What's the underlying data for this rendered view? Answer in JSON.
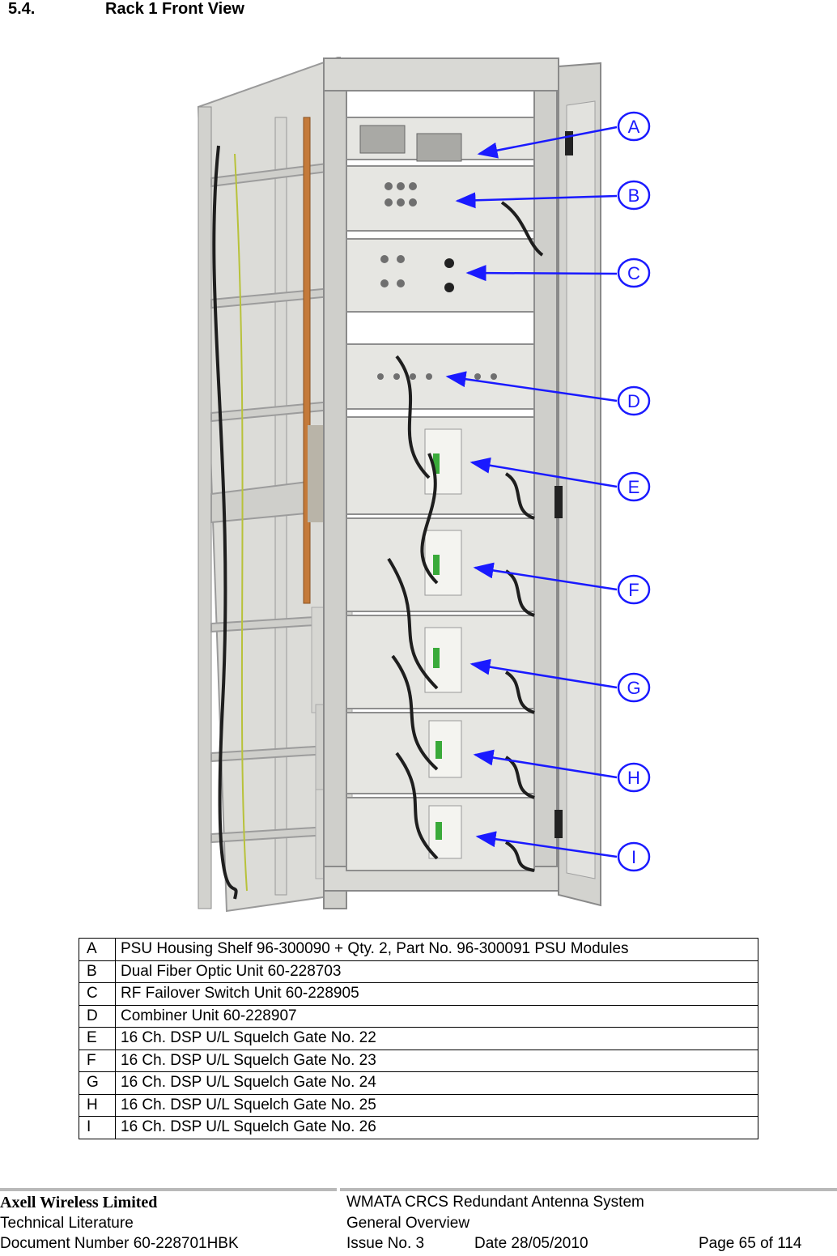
{
  "section": {
    "number": "5.4.",
    "title": "Rack 1 Front View"
  },
  "callouts": [
    "A",
    "B",
    "C",
    "D",
    "E",
    "F",
    "G",
    "H",
    "I"
  ],
  "parts": [
    {
      "key": "A",
      "desc": "PSU Housing Shelf 96-300090 + Qty. 2, Part No. 96-300091 PSU Modules"
    },
    {
      "key": "B",
      "desc": "Dual Fiber Optic Unit 60-228703"
    },
    {
      "key": "C",
      "desc": "RF Failover Switch Unit 60-228905"
    },
    {
      "key": "D",
      "desc": "Combiner Unit 60-228907"
    },
    {
      "key": "E",
      "desc": "16 Ch. DSP U/L Squelch Gate No. 22"
    },
    {
      "key": "F",
      "desc": "16 Ch. DSP U/L Squelch Gate No. 23"
    },
    {
      "key": "G",
      "desc": "16 Ch. DSP U/L Squelch Gate No. 24"
    },
    {
      "key": "H",
      "desc": "16 Ch. DSP U/L Squelch Gate No. 25"
    },
    {
      "key": "I",
      "desc": "16 Ch. DSP U/L Squelch Gate No. 26"
    }
  ],
  "footer": {
    "company": "Axell Wireless Limited",
    "literature": "Technical Literature",
    "doc_number": "Document Number 60-228701HBK",
    "system": "WMATA CRCS Redundant Antenna System",
    "overview": "General Overview",
    "issue": "Issue No. 3",
    "date": "Date 28/05/2010",
    "page": "Page 65 of 114"
  },
  "colors": {
    "callout": "#1a1aff",
    "frame": "#c9c9c9",
    "panel": "#e6e6e2",
    "copper": "#c47a3a"
  }
}
